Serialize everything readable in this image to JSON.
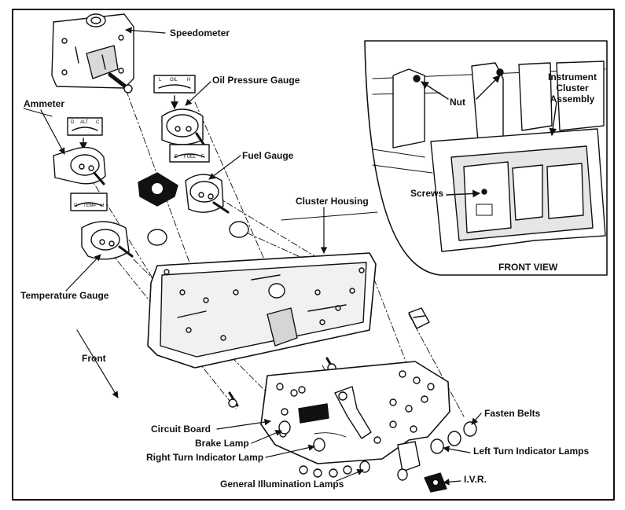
{
  "labels": {
    "speedometer": "Speedometer",
    "oil_pressure_gauge": "Oil Pressure Gauge",
    "ammeter": "Ammeter",
    "fuel_gauge": "Fuel Gauge",
    "cluster_housing": "Cluster Housing",
    "temperature_gauge": "Temperature Gauge",
    "front": "Front",
    "circuit_board": "Circuit Board",
    "brake_lamp": "Brake Lamp",
    "right_turn_indicator_lamp": "Right Turn Indicator Lamp",
    "general_illumination_lamps": "General Illumination Lamps",
    "ivr": "I.V.R.",
    "left_turn_indicator_lamps": "Left Turn Indicator Lamps",
    "fasten_belts": "Fasten Belts"
  },
  "inset": {
    "nut": "Nut",
    "instrument_cluster_assembly_line1": "Instrument",
    "instrument_cluster_assembly_line2": "Cluster",
    "instrument_cluster_assembly_line3": "Assembly",
    "screws": "Screws",
    "front_view": "FRONT VIEW"
  },
  "gauge_faces": {
    "oil": [
      "L",
      "OIL",
      "H"
    ],
    "ammeter": [
      "D",
      "ALT",
      "C"
    ],
    "fuel": [
      "E",
      "FUEL",
      "F"
    ],
    "temp": [
      "C",
      "TEMP",
      "H"
    ]
  },
  "colors": {
    "ink": "#111111",
    "paper": "#ffffff",
    "shade": "#bdbdbd"
  }
}
